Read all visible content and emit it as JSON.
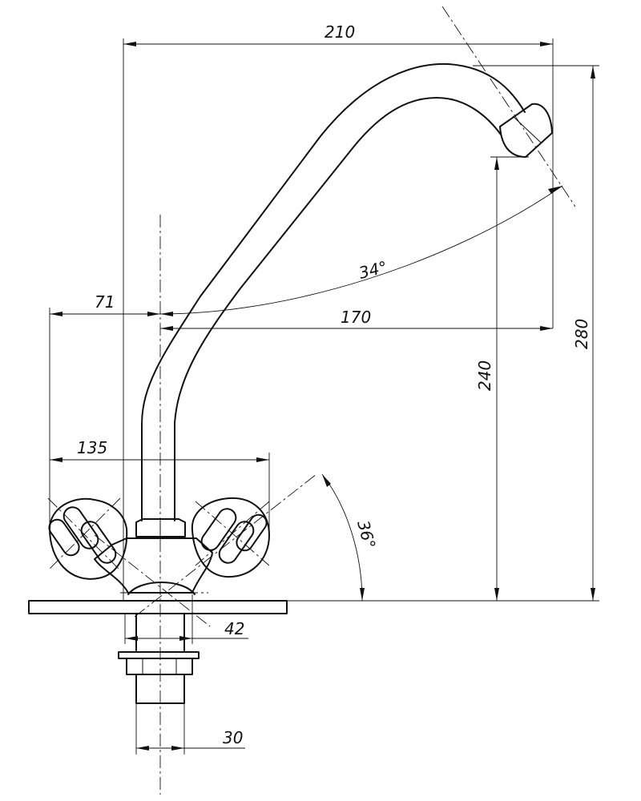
{
  "drawing": {
    "subject": "faucet",
    "line_color": "#111111",
    "background": "#ffffff"
  },
  "dimensions": {
    "total_reach": "210",
    "spout_offset": "170",
    "axis_offset": "71",
    "handle_span": "135",
    "spout_height": "240",
    "total_height": "280",
    "base_diameter": "42",
    "shank_diameter": "30",
    "spout_angle": "34°",
    "handle_angle": "36°"
  }
}
